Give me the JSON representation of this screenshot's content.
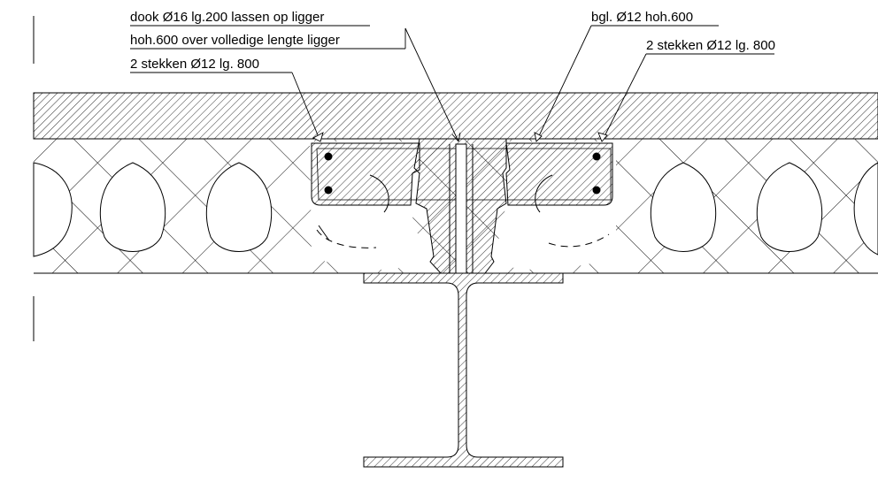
{
  "annotations": {
    "dowel_line1": "dook Ø16 lg.200 lassen op ligger",
    "dowel_line2": "hoh.600  over volledige lengte ligger",
    "rebar_left": "2 stekken Ø12 lg. 800",
    "stirrup": "bgl. Ø12 hoh.600",
    "rebar_right": "2 stekken Ø12 lg. 800"
  },
  "colors": {
    "line": "#000000",
    "background": "#ffffff"
  }
}
